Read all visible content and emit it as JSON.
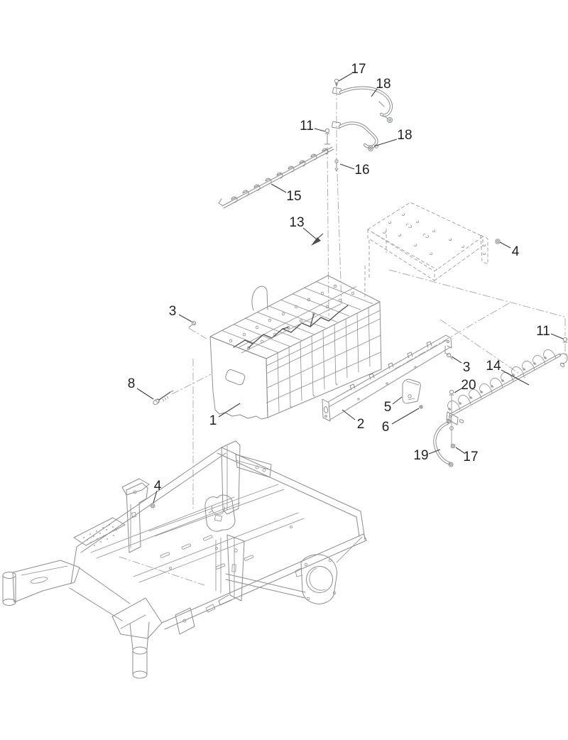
{
  "figure": {
    "kind": "exploded-parts-diagram",
    "background": "#ffffff",
    "part_line_color": "#8b8d90",
    "callout_color": "#1f2021",
    "reference_line_style": "dash-dot"
  },
  "callouts": [
    {
      "id": "17-top",
      "label": "17"
    },
    {
      "id": "18-upper-cable",
      "label": "18"
    },
    {
      "id": "11-top",
      "label": "11"
    },
    {
      "id": "18-lower-cable",
      "label": "18"
    },
    {
      "id": "16",
      "label": "16"
    },
    {
      "id": "15",
      "label": "15"
    },
    {
      "id": "13",
      "label": "13"
    },
    {
      "id": "4-upper-right",
      "label": "4"
    },
    {
      "id": "3-left",
      "label": "3"
    },
    {
      "id": "11-right",
      "label": "11"
    },
    {
      "id": "14",
      "label": "14"
    },
    {
      "id": "3-right",
      "label": "3"
    },
    {
      "id": "20",
      "label": "20"
    },
    {
      "id": "8",
      "label": "8"
    },
    {
      "id": "1",
      "label": "1"
    },
    {
      "id": "2",
      "label": "2"
    },
    {
      "id": "5",
      "label": "5"
    },
    {
      "id": "6",
      "label": "6"
    },
    {
      "id": "19",
      "label": "19"
    },
    {
      "id": "17-bottom",
      "label": "17"
    },
    {
      "id": "4-lower-left",
      "label": "4"
    }
  ]
}
